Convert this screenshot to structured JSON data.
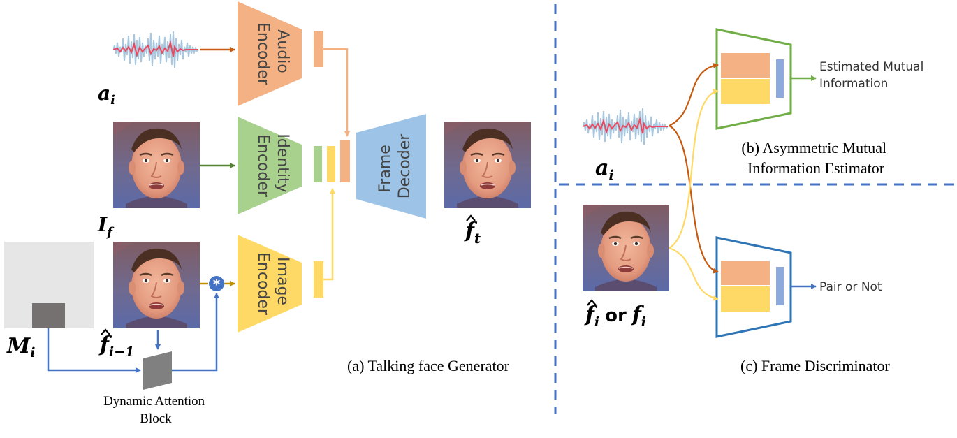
{
  "encoders": {
    "audio": [
      "Audio",
      "Encoder"
    ],
    "identity": [
      "Identity",
      "Encoder"
    ],
    "image": [
      "Image",
      "Encoder"
    ],
    "frame_decoder": [
      "Frame",
      "Decoder"
    ]
  },
  "symbols": {
    "a_i": "a",
    "a_i_sub": "i",
    "I_f": "I",
    "I_f_sub": "f",
    "M_i": "M",
    "M_i_sub": "i",
    "f_prev": "f",
    "f_prev_sub": "i−1",
    "f_t": "f",
    "f_t_sub": "t",
    "a_i_right": "a",
    "a_i_right_sub": "i",
    "disc_input_1": "f",
    "disc_input_1_sub": "i",
    "disc_or": "or",
    "disc_input_2": "f",
    "disc_input_2_sub": "i",
    "conv_op": "*"
  },
  "labels": {
    "dynamic_attention": [
      "Dynamic Attention",
      "Block"
    ],
    "caption_a": "(a) Talking face Generator",
    "caption_b": [
      "(b) Asymmetric Mutual",
      "Information Estimator"
    ],
    "caption_c": "(c) Frame Discriminator",
    "estimator_output": [
      "Estimated Mutual",
      "Information"
    ],
    "discriminator_output": "Pair or Not"
  },
  "colors": {
    "audio": "#f4b183",
    "identity": "#a9d18e",
    "image": "#ffd966",
    "decoder": "#9dc3e6",
    "audio_arrow": "#c55a11",
    "identity_arrow": "#548235",
    "image_arrow": "#bf9000",
    "attention_arrow": "#4472c4",
    "estimator_border": "#70ad47",
    "discriminator_border": "#2e75b6",
    "divider": "#4472c4",
    "mask_bg": "#e6e6e6",
    "mask_patch": "#767171"
  }
}
